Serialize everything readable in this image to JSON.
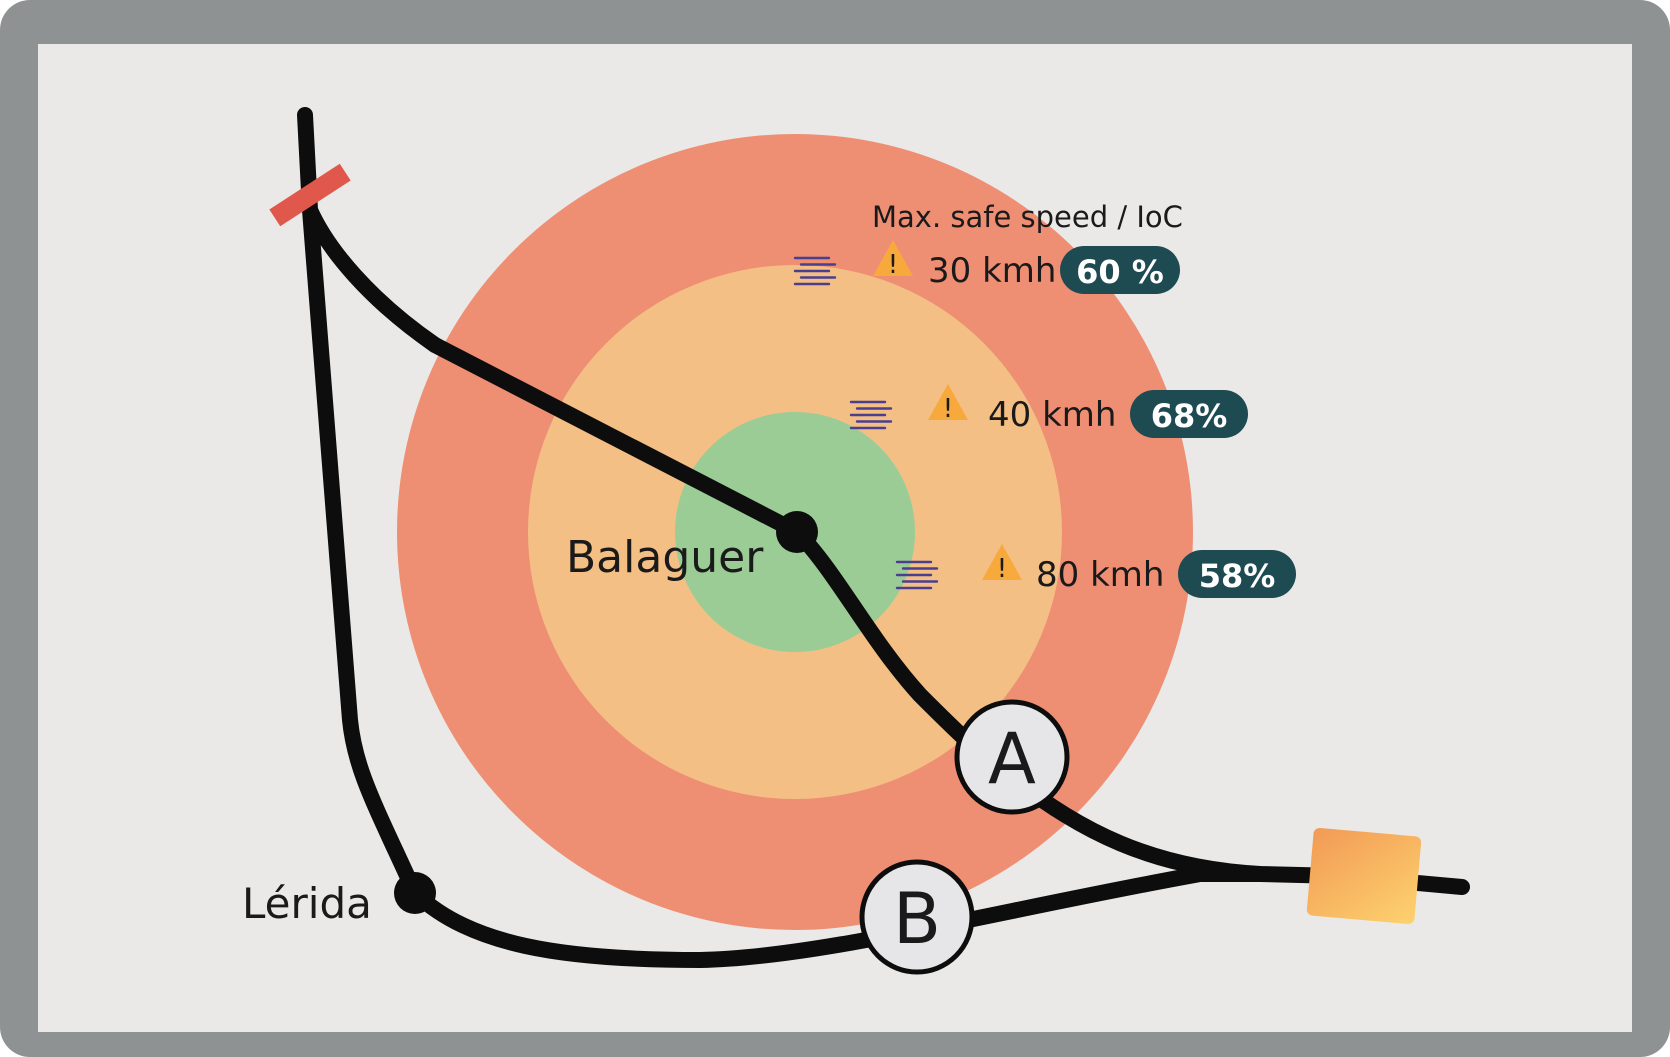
{
  "colors": {
    "frame": "#8e9293",
    "background": "#ebe9e7",
    "outer_zone": "#ee8f74",
    "middle_zone": "#f4bf84",
    "inner_zone": "#9ccc96",
    "route": "#0d0d0d",
    "badge": "#1e4a52",
    "warning": "#f7a93c",
    "fog_icon": "#4a3f8e",
    "barrier": "#e0574b",
    "endpoint_from": "#f29a55",
    "endpoint_to": "#fdd26e",
    "marker_fill": "#e6e6e8"
  },
  "header": {
    "legend_title": "Max. safe speed /  IoC"
  },
  "places": {
    "center": "Balaguer",
    "origin": "Lérida"
  },
  "routes": {
    "a_label": "A",
    "b_label": "B"
  },
  "zones": [
    {
      "ring": "outer",
      "speed": "30 kmh",
      "ioc": "60 %",
      "fog_icon": "fog-icon",
      "warning_icon": "warning-icon",
      "warning_glyph": "!"
    },
    {
      "ring": "middle",
      "speed": "40 kmh",
      "ioc": "68%",
      "fog_icon": "fog-icon",
      "warning_icon": "warning-icon",
      "warning_glyph": "!"
    },
    {
      "ring": "inner",
      "speed": "80 kmh",
      "ioc": "58%",
      "fog_icon": "fog-icon",
      "warning_icon": "warning-icon",
      "warning_glyph": "!"
    }
  ]
}
